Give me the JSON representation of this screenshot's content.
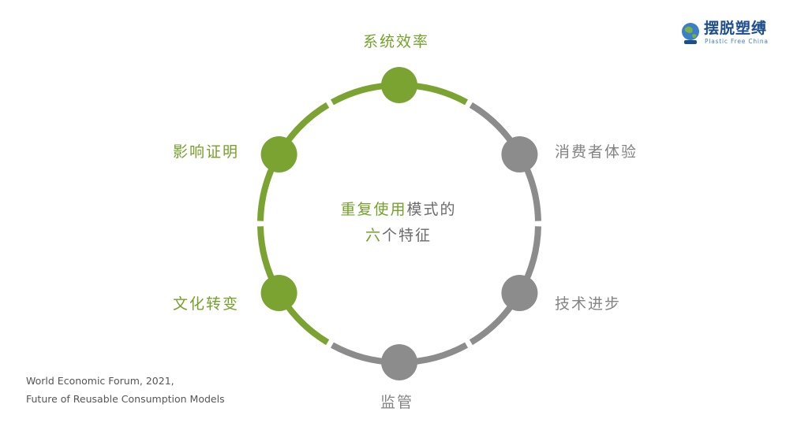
{
  "colors": {
    "green": "#74a12b",
    "gray": "#838383",
    "ring_green": "#7aa332",
    "ring_gray": "#8c8c8c",
    "text_gray": "#6b6b6b",
    "logo_blue": "#1f4e8c"
  },
  "center": {
    "line1_highlight": "重复使用",
    "line1_rest": "模式的",
    "line2_highlight": "六",
    "line2_rest": "个特征"
  },
  "nodes": [
    {
      "id": "system-efficiency",
      "label": "系统效率",
      "color": "green"
    },
    {
      "id": "consumer-experience",
      "label": "消费者体验",
      "color": "gray"
    },
    {
      "id": "technology-progress",
      "label": "技术进步",
      "color": "gray"
    },
    {
      "id": "supervision",
      "label": "监管",
      "color": "gray"
    },
    {
      "id": "cultural-change",
      "label": "文化转变",
      "color": "green"
    },
    {
      "id": "impact-proof",
      "label": "影响证明",
      "color": "green"
    }
  ],
  "logo": {
    "icon": "globe-logo-icon",
    "name_cn": "摆脱塑缚",
    "name_en": "Plastic Free China"
  },
  "source": {
    "line1": "World Economic Forum, 2021,",
    "line2": "Future of Reusable Consumption Models"
  }
}
